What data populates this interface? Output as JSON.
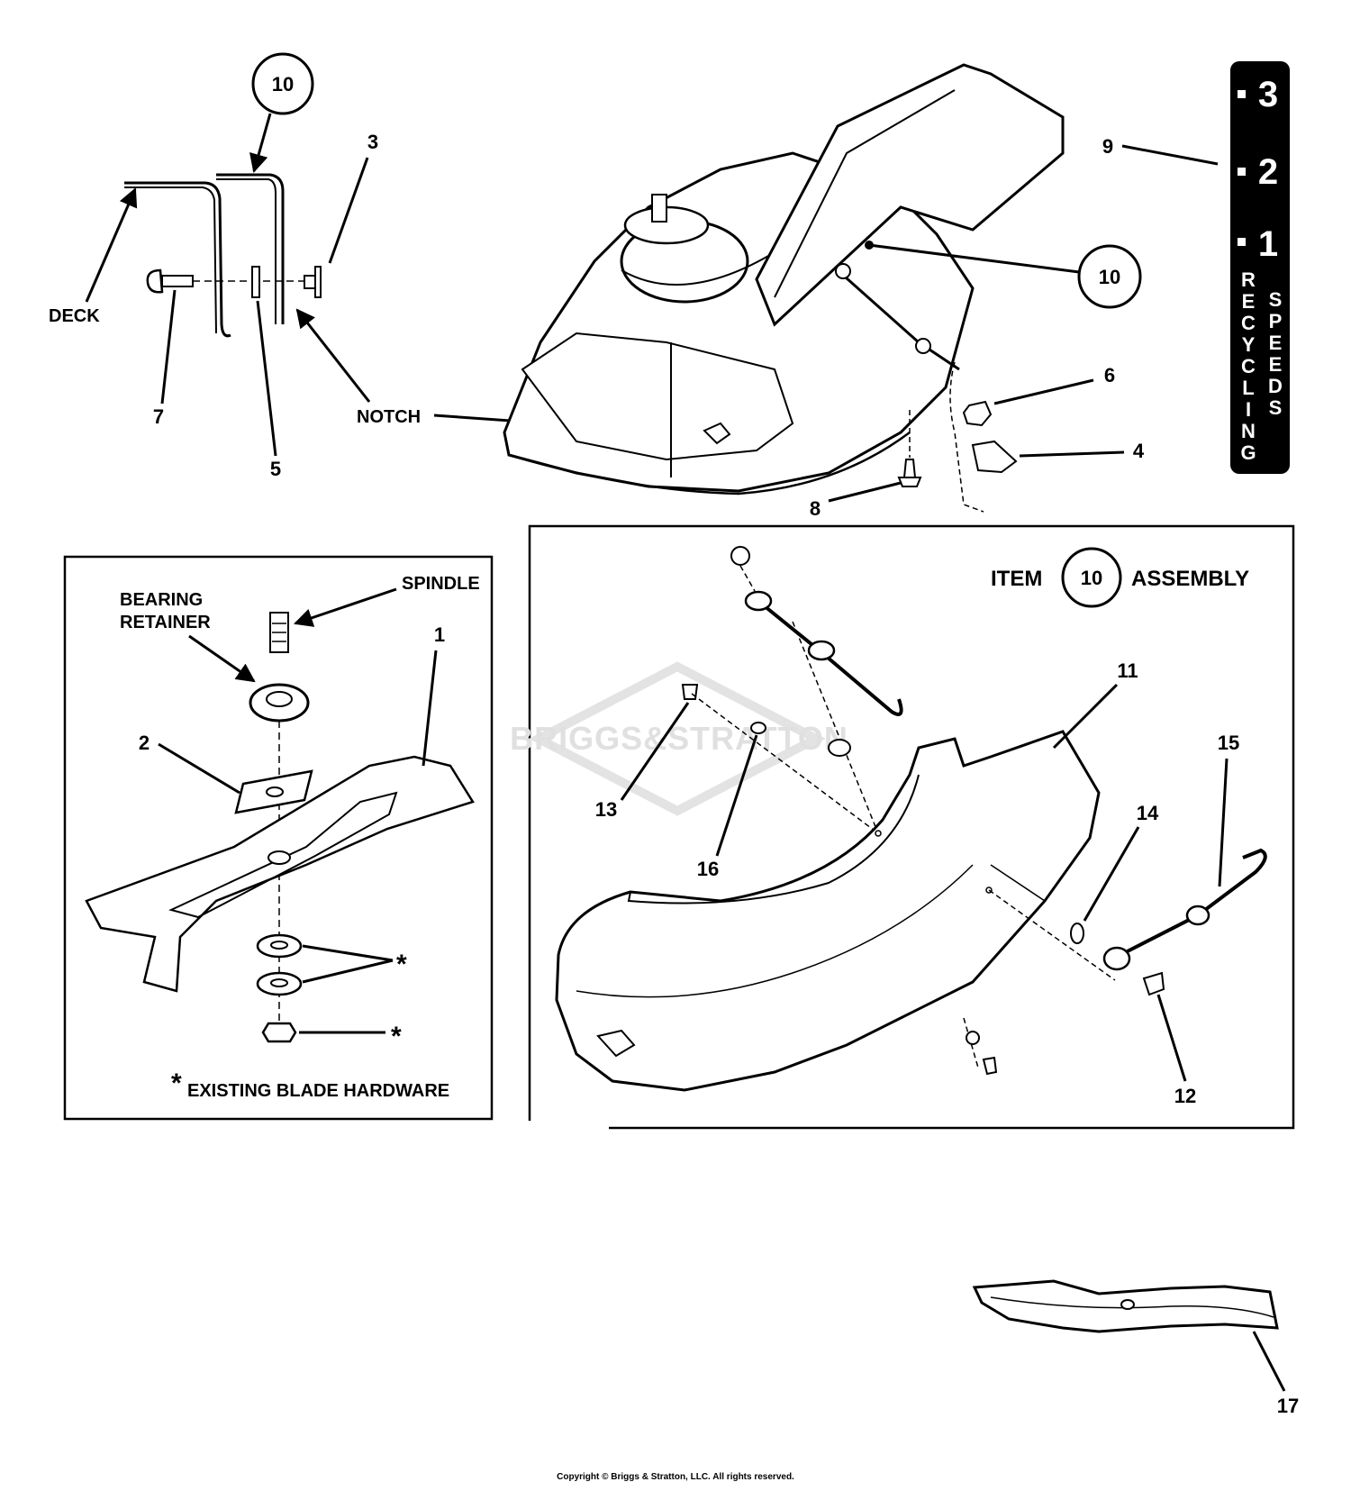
{
  "top_left": {
    "callout_10": "10",
    "label_3": "3",
    "label_7": "7",
    "label_5": "5",
    "deck": "DECK",
    "notch": "NOTCH"
  },
  "top_right": {
    "callout_10": "10",
    "label_9": "9",
    "label_6": "6",
    "label_4": "4",
    "label_8": "8"
  },
  "speed_decal": {
    "speed_3": "3",
    "speed_2": "2",
    "speed_1": "1",
    "word_recycling": "RECYCLING",
    "word_speeds": "SPEEDS"
  },
  "blade_panel": {
    "spindle": "SPINDLE",
    "bearing_line1": "BEARING",
    "bearing_line2": "RETAINER",
    "label_1": "1",
    "label_2": "2",
    "asterisk": "*",
    "footnote": "EXISTING BLADE HARDWARE"
  },
  "assembly_panel": {
    "title_item": "ITEM",
    "title_num": "10",
    "title_assembly": "ASSEMBLY",
    "label_11": "11",
    "label_13": "13",
    "label_16": "16",
    "label_15": "15",
    "label_14": "14",
    "label_12": "12",
    "watermark": "BRIGGS&STRATTON"
  },
  "bottom": {
    "label_17": "17",
    "copyright": "Copyright © Briggs & Stratton, LLC. All rights reserved."
  }
}
